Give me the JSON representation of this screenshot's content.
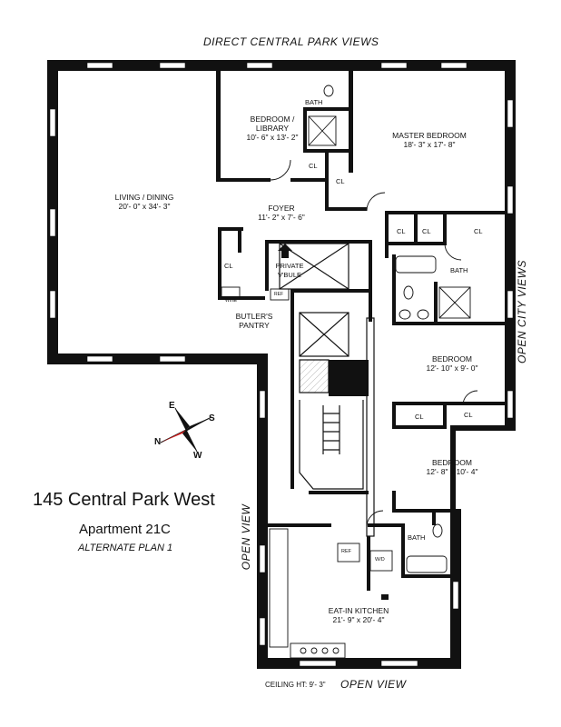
{
  "views": {
    "top": "DIRECT CENTRAL PARK VIEWS",
    "right": "OPEN CITY VIEWS",
    "left": "OPEN VIEW",
    "bottom": "OPEN VIEW"
  },
  "ceiling": "CEILING HT: 9'- 3\"",
  "compass": {
    "e": "E",
    "s": "S",
    "n": "N",
    "w": "W"
  },
  "building": {
    "address": "145 Central Park West",
    "unit": "Apartment 21C",
    "plan": "ALTERNATE PLAN 1"
  },
  "rooms": {
    "bedroom_library": {
      "name": "BEDROOM /",
      "name2": "LIBRARY",
      "dims": "10'- 6\" x 13'- 2\""
    },
    "master_bedroom": {
      "name": "MASTER BEDROOM",
      "dims": "18'- 3\" x 17'- 8\""
    },
    "living_dining": {
      "name": "LIVING / DINING",
      "dims": "20'- 0\" x 34'- 3\""
    },
    "foyer": {
      "name": "FOYER",
      "dims": "11'- 2\" x 7'- 6\""
    },
    "private_vbule": {
      "name": "PRIVATE",
      "name2": "V'BULE"
    },
    "butlers_pantry": {
      "name": "BUTLER'S",
      "name2": "PANTRY"
    },
    "bedroom2": {
      "name": "BEDROOM",
      "dims": "12'- 10\" x 9'- 0\""
    },
    "bedroom3": {
      "name": "BEDROOM",
      "dims": "12'- 8\" x 10'- 4\""
    },
    "kitchen": {
      "name": "EAT-IN KITCHEN",
      "dims": "21'- 9\" x 20'- 4\""
    }
  },
  "small_labels": {
    "bath": "BATH",
    "cl": "CL",
    "wine": "WINE",
    "ref": "REF",
    "wd": "W/D"
  }
}
